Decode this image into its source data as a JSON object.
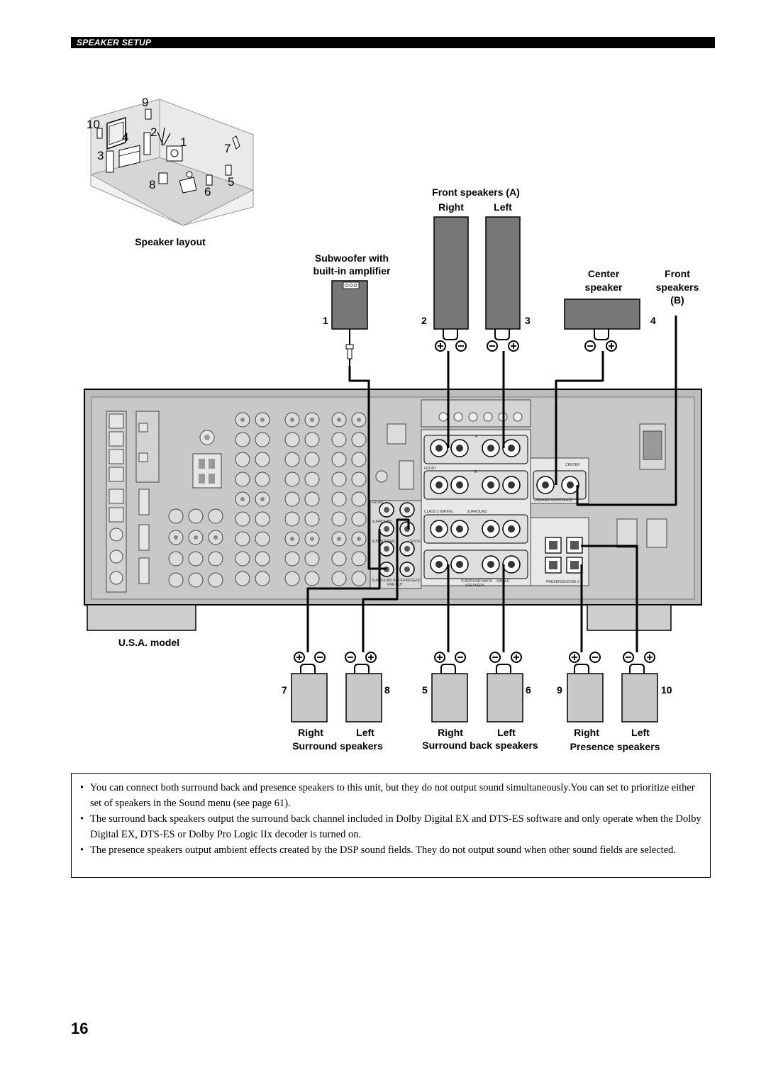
{
  "header": {
    "section_title": "SPEAKER SETUP"
  },
  "room": {
    "caption": "Speaker layout",
    "numbers": [
      "1",
      "2",
      "3",
      "4",
      "5",
      "6",
      "7",
      "8",
      "9",
      "10"
    ]
  },
  "labels": {
    "front_a": "Front speakers (A)",
    "front_a_right": "Right",
    "front_a_left": "Left",
    "sub_line1": "Subwoofer with",
    "sub_line2": "built-in amplifier",
    "center_line1": "Center",
    "center_line2": "speaker",
    "front_b_line1": "Front",
    "front_b_line2": "speakers",
    "front_b_line3": "(B)",
    "model": "U.S.A. model",
    "surround_right": "Right",
    "surround_left": "Left",
    "surround_title": "Surround speakers",
    "sback_right": "Right",
    "sback_left": "Left",
    "sback_title": "Surround back speakers",
    "presence_right": "Right",
    "presence_left": "Left",
    "presence_title": "Presence speakers"
  },
  "speaker_numbers": [
    "1",
    "2",
    "3",
    "4",
    "7",
    "8",
    "5",
    "6",
    "9",
    "10"
  ],
  "panel_text": {
    "a": "A",
    "b": "B",
    "front": "FRONT",
    "center": "CENTER",
    "surround": "SURROUND",
    "class2": "CLASS 2 WIRING",
    "impedance": "SPEAKER IMPEDANCE",
    "sback": "SURROUND BACK",
    "single": "SINGLE",
    "speakers": "SPEAKERS",
    "presence_zone": "PRESENCE/ZONE 2",
    "preout": "PRE OUT",
    "sback_presence": "SURROUND BACK/PRESENCE",
    "subwoofer": "SUBWOOFER"
  },
  "notes": [
    "You can connect both surround back and presence speakers to this unit, but they do not output sound simultaneously.You can set to prioritize either set of speakers in the Sound menu (see page 61).",
    "The surround back speakers output the surround back channel included in Dolby Digital EX and DTS-ES software and only operate when the Dolby Digital EX, DTS-ES or Dolby Pro Logic IIx decoder is turned on.",
    "The presence speakers output ambient effects created by the DSP sound fields. They do not output sound when other sound fields are selected."
  ],
  "page_number": "16"
}
